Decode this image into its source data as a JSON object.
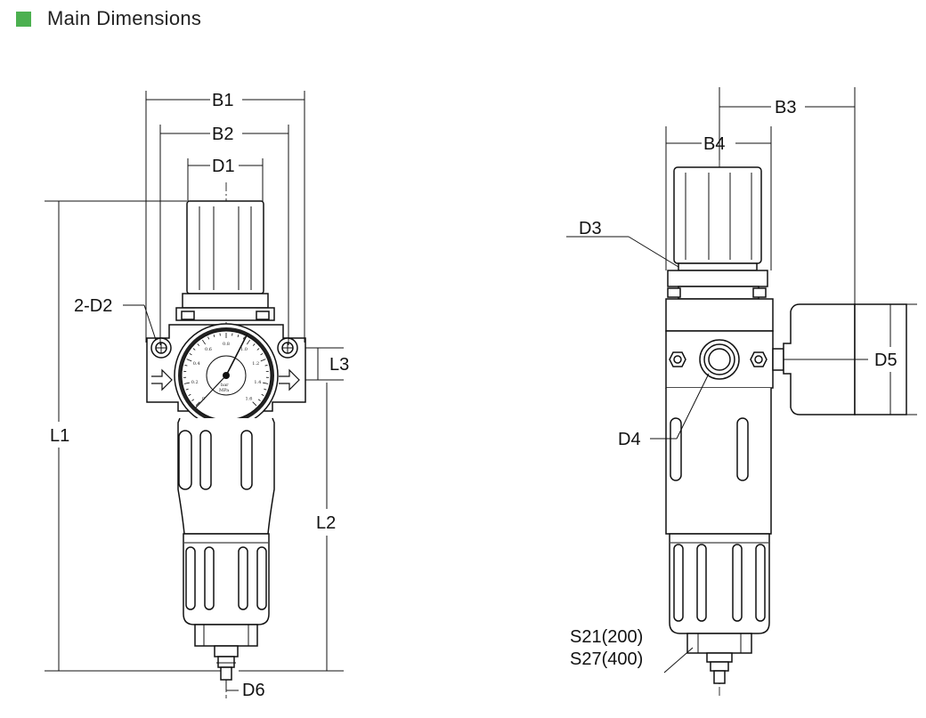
{
  "header": {
    "title": "Main Dimensions",
    "marker_color": "#4cb050"
  },
  "front_view": {
    "labels": {
      "b1": "B1",
      "b2": "B2",
      "d1": "D1",
      "d2": "2-D2",
      "l3": "L3",
      "l1": "L1",
      "l2": "L2",
      "d6": "D6"
    },
    "gauge": {
      "ticks": [
        "0",
        "0.2",
        "0.4",
        "0.6",
        "0.8",
        "1.0",
        "1.2",
        "1.4",
        "1.6"
      ],
      "units_top": "bar",
      "units_bottom": "MPa"
    }
  },
  "side_view": {
    "labels": {
      "b3": "B3",
      "b4": "B4",
      "d3": "D3",
      "d4": "D4",
      "d5": "D5",
      "s21": "S21(200)",
      "s27": "S27(400)"
    }
  }
}
